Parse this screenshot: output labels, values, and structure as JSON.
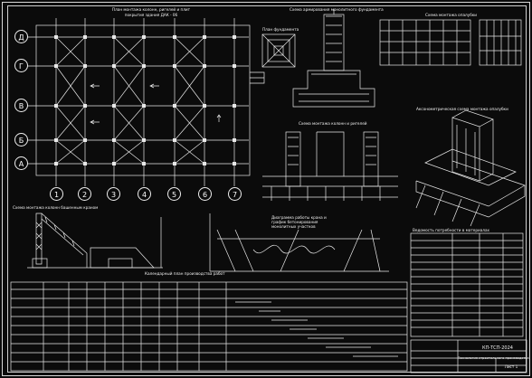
{
  "plan": {
    "title_line1": "План монтажа колонн, ригелей и плит",
    "title_line2": "покрытия здания ДАК - 06",
    "row_axes": [
      "Д",
      "Г",
      "В",
      "Б",
      "А"
    ],
    "col_axes": [
      "1",
      "2",
      "3",
      "4",
      "5",
      "6",
      "7"
    ]
  },
  "sections": {
    "top_middle": "Схема армирования монолитного фундамента",
    "top_right": "Схема монтажа опалубки",
    "small_plan": "План фундамента",
    "mid_center": "Схема монтажа колонн и ригелей",
    "mid_right": "Аксонометрическая схема монтажа опалубки",
    "bottom_left": "Схема монтажа колонн башенным краном",
    "bottom_mid1": "Диаграмма работы крана и",
    "bottom_mid2": "график бетонирования",
    "bottom_mid3": "монолитных участков",
    "bottom_right": "Ведомость потребности в материалах",
    "schedule": "Календарный план производства работ"
  },
  "title_block": {
    "stamp1": "КП-ТСП-2024",
    "stamp2": "Технология строительного производства",
    "stamp3": "Лист 1"
  },
  "colors": {
    "bg": "#0b0b0b",
    "line": "#e8e8e8"
  }
}
